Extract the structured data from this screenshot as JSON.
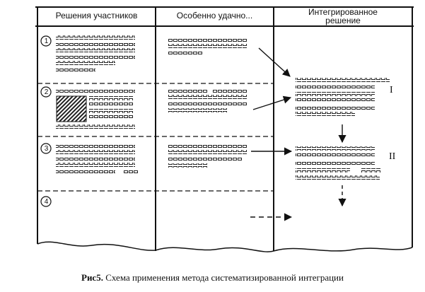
{
  "columns": {
    "participants": "Решения участников",
    "especially": "Особенно удачно...",
    "integrated_line1": "Интегрированное",
    "integrated_line2": "решение"
  },
  "rows": [
    "1",
    "2",
    "3",
    "4"
  ],
  "stages": [
    "I",
    "II"
  ],
  "caption": {
    "label": "Рис5.",
    "text": " Схема применения метода систематизированной интеграции"
  }
}
